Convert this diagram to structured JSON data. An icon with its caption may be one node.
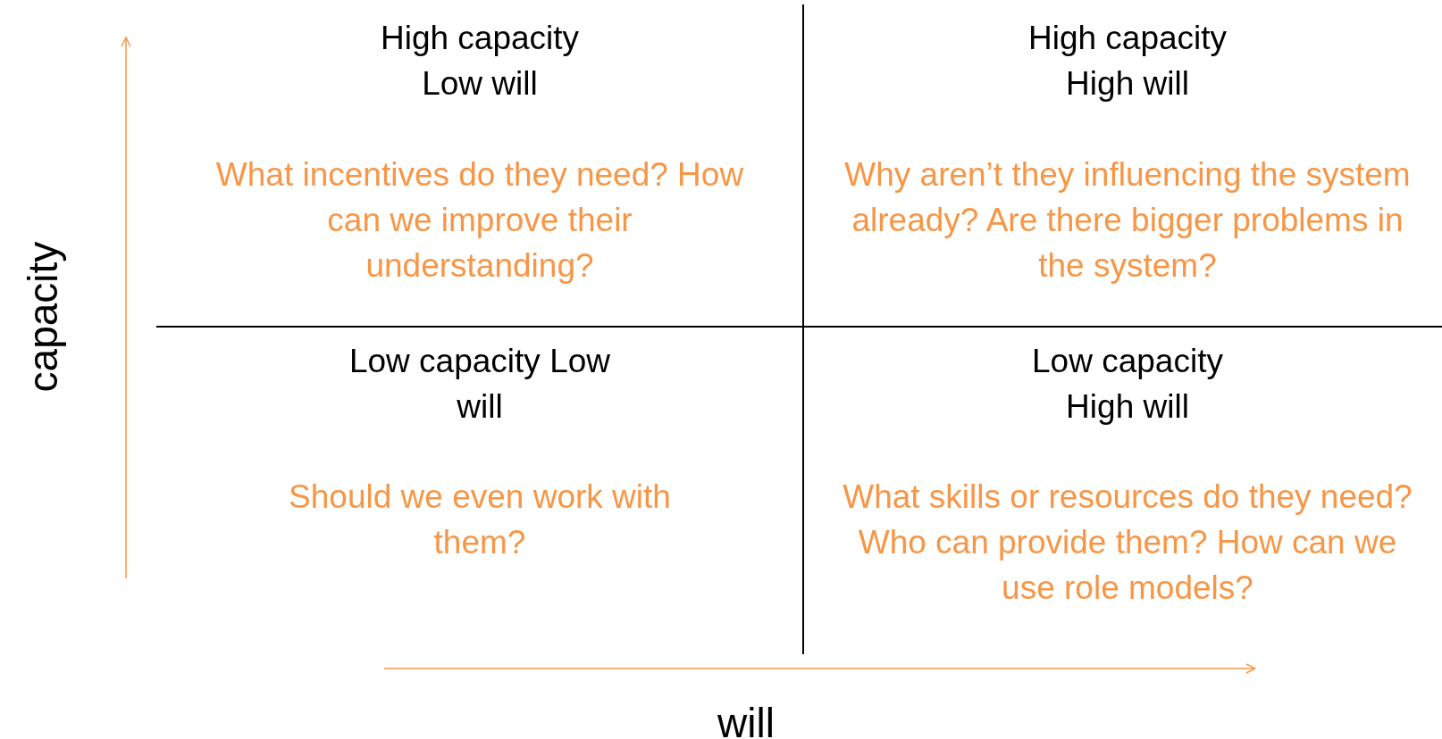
{
  "diagram": {
    "labels": [
      "High capacity Low will",
      "What incentives do they need? How can we improve their understanding?",
      "High capacity High will",
      "Why aren’t they influencing the system already? Are there bigger problems in the system?",
      "capacity",
      "Low capacity Low will",
      "Should we even work with them?",
      "Low capacity High will",
      "What skills or resources do they need? Who can provide them? How can we use role models?",
      "will"
    ]
  }
}
